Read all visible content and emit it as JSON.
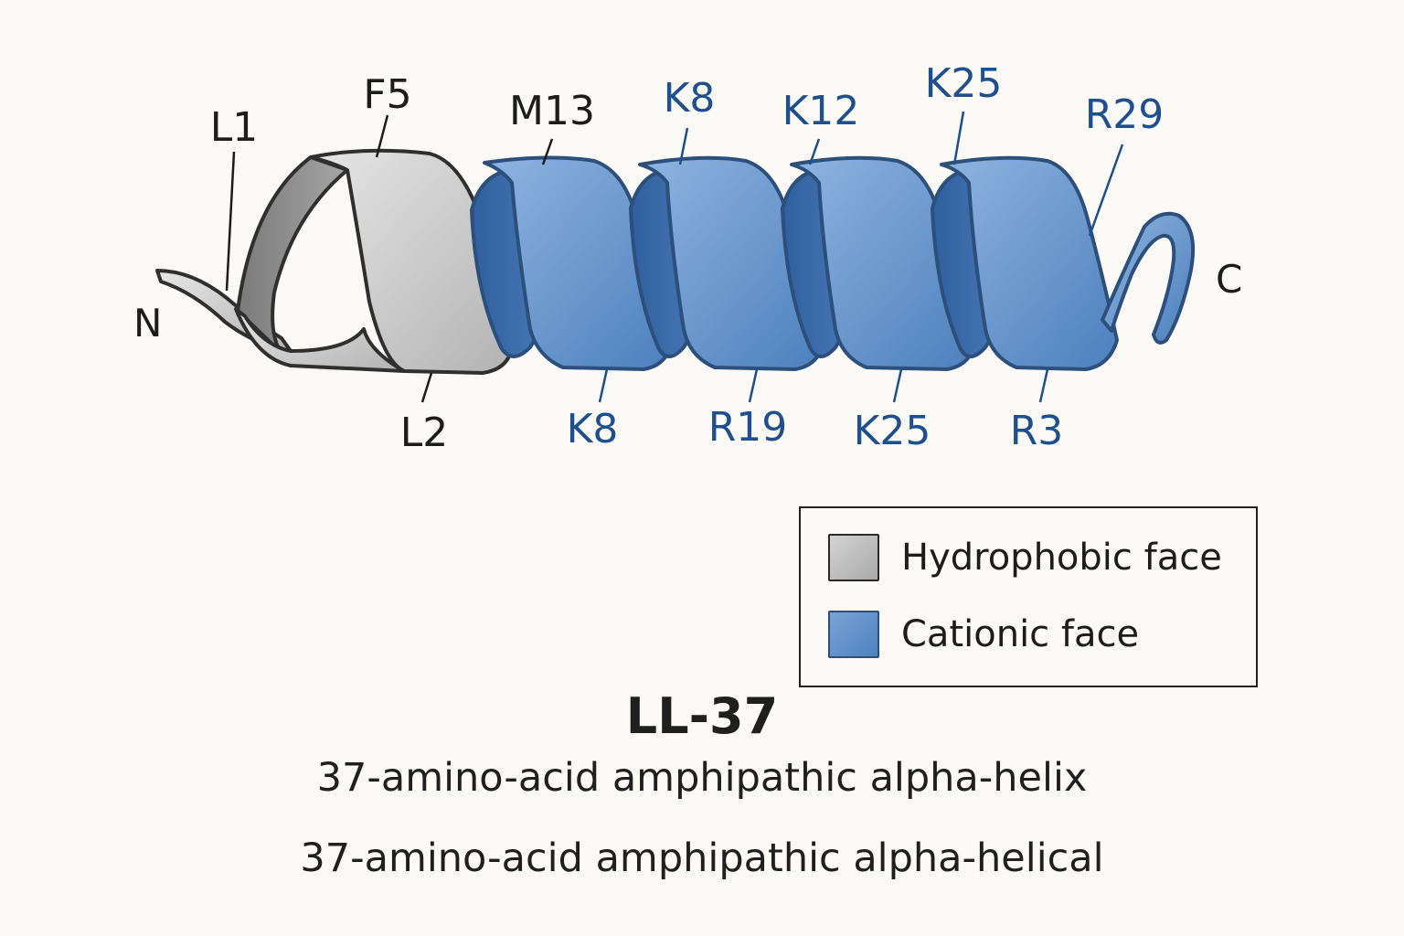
{
  "ends": {
    "n": "N",
    "c": "C"
  },
  "residue_labels": {
    "top": [
      "L1",
      "F5",
      "M13",
      "K8",
      "K12",
      "K25",
      "R29"
    ],
    "bottom": [
      "L2",
      "K8",
      "R19",
      "K25",
      "R3"
    ]
  },
  "legend": [
    {
      "label": "Hydrophobic face",
      "color": "#b8b8b8"
    },
    {
      "label": "Cationic face",
      "color": "#5b8ec9"
    }
  ],
  "title": "LL-37",
  "subtitle_lines": [
    "37-amino-acid amphipathic alpha-helix",
    "37-amino-acid amphipathic alpha-helical"
  ],
  "colors": {
    "hydrophobic": "#b8b8b8",
    "cationic": "#5b8ec9",
    "outline": "#2f2f2f",
    "cationic_label": "#1f4f8c"
  }
}
